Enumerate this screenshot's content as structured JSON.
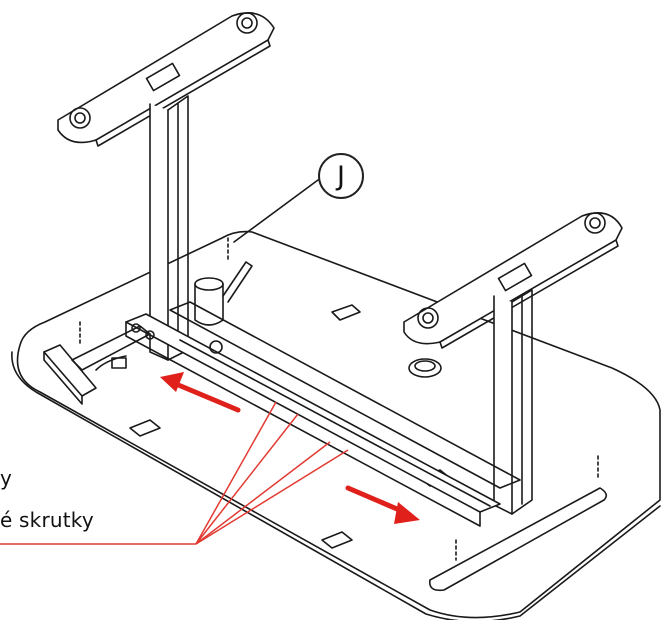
{
  "callout": {
    "letter": "J"
  },
  "labels": {
    "line1": "y",
    "line2": "é skrutky"
  },
  "colors": {
    "line": "#1a1a1a",
    "arrow": "#e0201b",
    "leader": "#e23a32",
    "background": "#ffffff"
  }
}
